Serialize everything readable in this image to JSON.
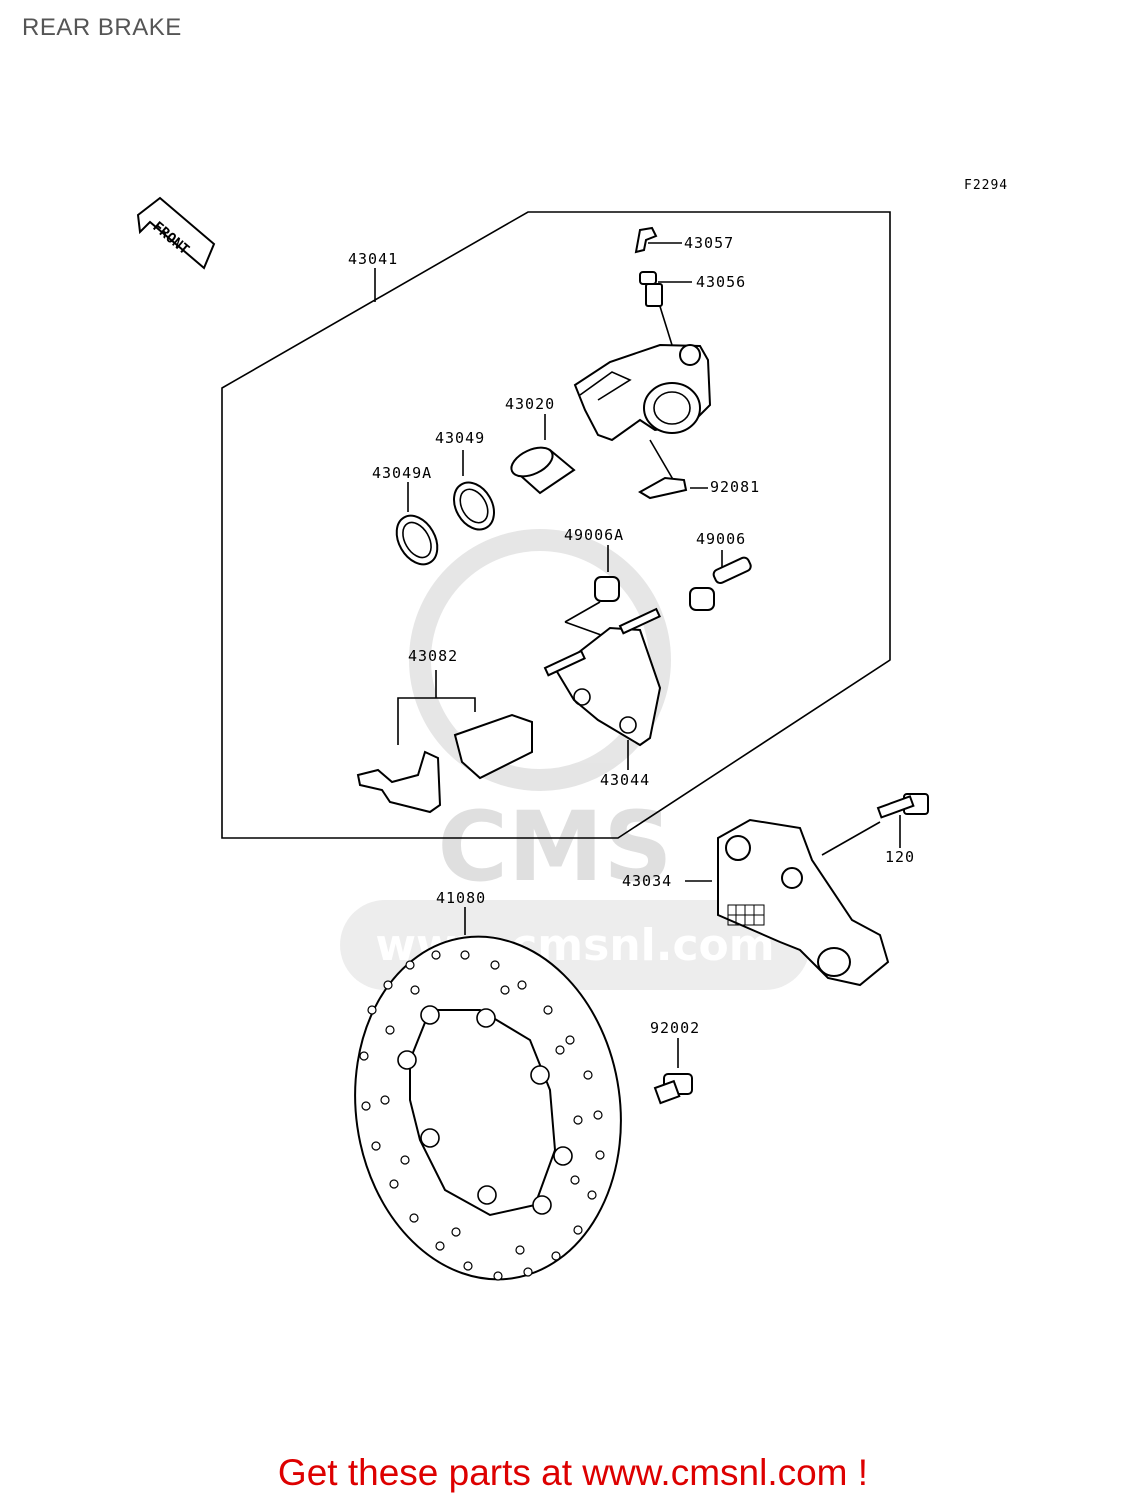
{
  "title": "REAR BRAKE",
  "figure_code": "F2294",
  "front_arrow_text": "FRONT",
  "watermark": {
    "brand": "CMS",
    "url": "www.cmsnl.com"
  },
  "parts": [
    {
      "id": "p43041",
      "number": "43041"
    },
    {
      "id": "p43057",
      "number": "43057"
    },
    {
      "id": "p43056",
      "number": "43056"
    },
    {
      "id": "p43020",
      "number": "43020"
    },
    {
      "id": "p43049",
      "number": "43049"
    },
    {
      "id": "p43049A",
      "number": "43049A"
    },
    {
      "id": "p92081",
      "number": "92081"
    },
    {
      "id": "p49006A",
      "number": "49006A"
    },
    {
      "id": "p49006",
      "number": "49006"
    },
    {
      "id": "p43082",
      "number": "43082"
    },
    {
      "id": "p43044",
      "number": "43044"
    },
    {
      "id": "p120",
      "number": "120"
    },
    {
      "id": "p43034",
      "number": "43034"
    },
    {
      "id": "p41080",
      "number": "41080"
    },
    {
      "id": "p92002",
      "number": "92002"
    }
  ],
  "footer": "Get these parts at www.cmsnl.com !"
}
